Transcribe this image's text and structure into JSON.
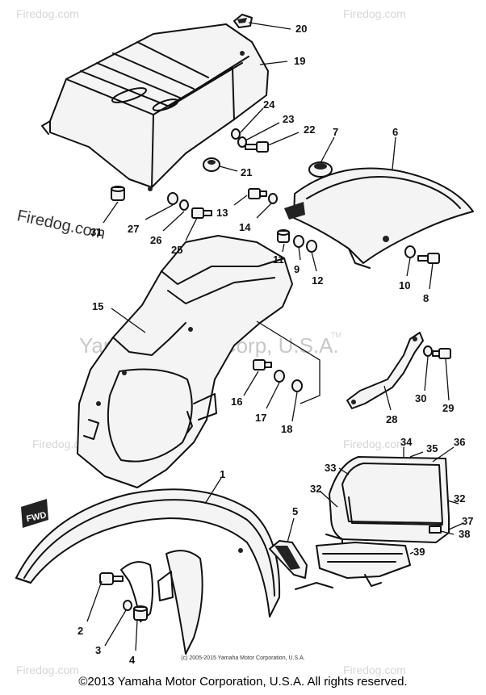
{
  "watermarks": {
    "corner": "Firedog.com",
    "left_logo": "Firedog.com",
    "center": "Yamaha Motor Corp, U.S.A.",
    "tm": "TM"
  },
  "fwd_label": "FWD",
  "copyright_small": "(c) 2005-2015 Yamaha Motor Corporation, U.S.A.",
  "copyright": "©2013 Yamaha Motor Corporation, U.S.A. All rights reserved.",
  "callouts": [
    "1",
    "2",
    "3",
    "4",
    "5",
    "6",
    "7",
    "8",
    "9",
    "10",
    "11",
    "12",
    "13",
    "14",
    "15",
    "16",
    "17",
    "18",
    "19",
    "20",
    "21",
    "22",
    "23",
    "24",
    "25",
    "26",
    "27",
    "28",
    "29",
    "30",
    "31",
    "32",
    "32",
    "33",
    "34",
    "35",
    "36",
    "37",
    "38",
    "39"
  ]
}
